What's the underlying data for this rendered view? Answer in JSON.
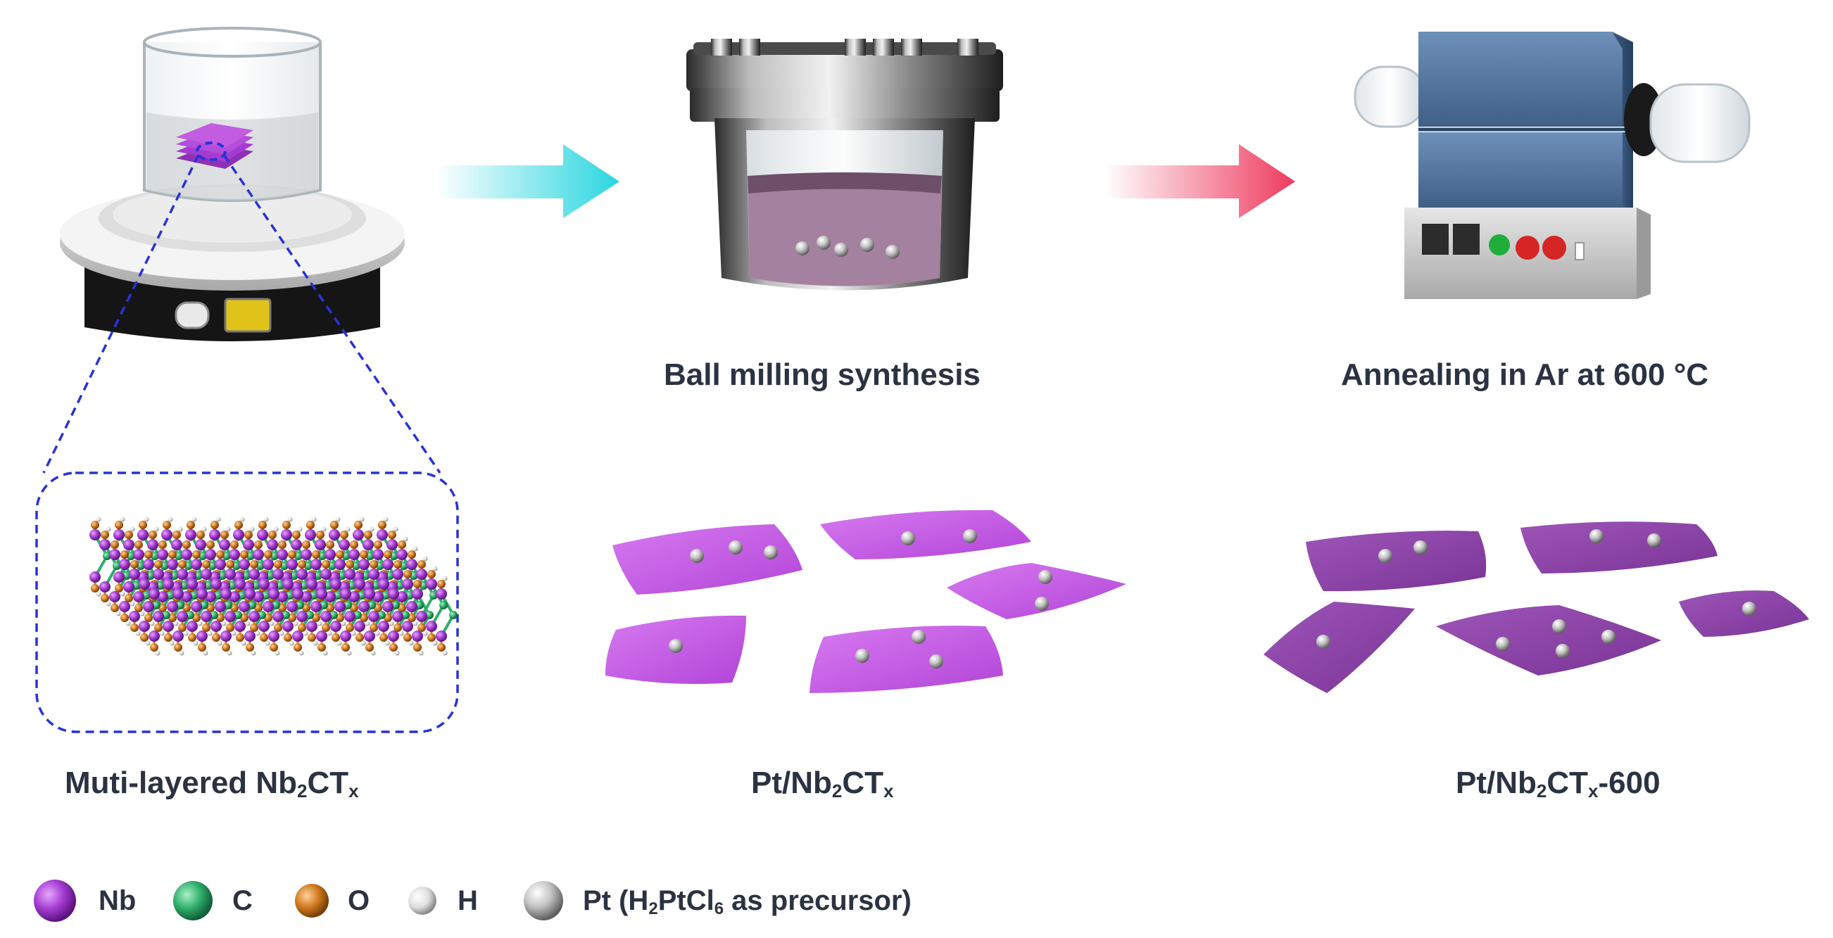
{
  "steps": {
    "ball_milling": "Ball milling synthesis",
    "annealing": "Annealing in Ar at 600 °C"
  },
  "products": {
    "multilayer": {
      "prefix": "Muti-layered Nb",
      "sub1": "2",
      "mid": "CT",
      "sub2": "x",
      "suffix": ""
    },
    "pt_nb2ctx": {
      "prefix": "Pt/Nb",
      "sub1": "2",
      "mid": "CT",
      "sub2": "x",
      "suffix": ""
    },
    "pt_nb2ctx_600": {
      "prefix": "Pt/Nb",
      "sub1": "2",
      "mid": "CT",
      "sub2": "x",
      "suffix": "-600"
    }
  },
  "legend": {
    "nb": "Nb",
    "c": "C",
    "o": "O",
    "h": "H",
    "pt": {
      "prefix": "Pt (H",
      "sub1": "2",
      "mid": "PtCl",
      "sub2": "6",
      "suffix": " as precursor)"
    }
  },
  "colors": {
    "nb": "#a43bd0",
    "c": "#2fae6a",
    "o": "#d07a1e",
    "h": "#e8e8e8",
    "pt": "#c9c9c9",
    "sheet_bright": "#c25ce0",
    "sheet_dark": "#8a3fa6",
    "arrow_cyan": "#2ad6e0",
    "arrow_red": "#ee3a5e",
    "dashed": "#2733d8",
    "furnace": "#5a7faa"
  }
}
